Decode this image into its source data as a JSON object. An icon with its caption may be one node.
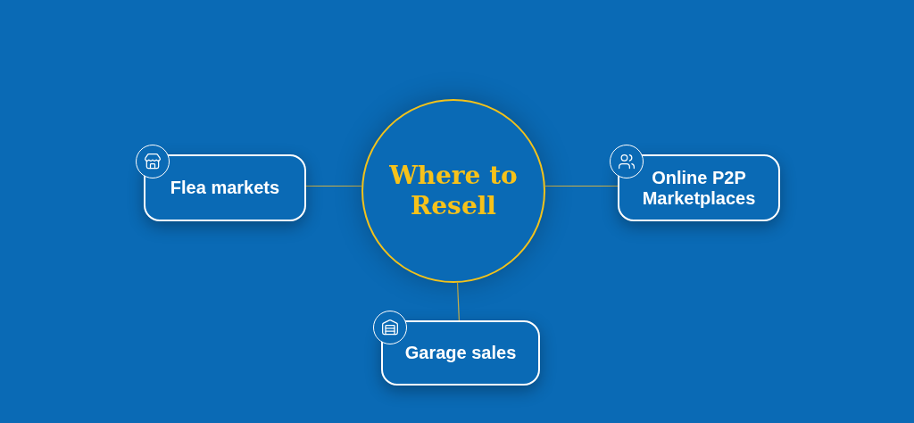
{
  "diagram": {
    "nodes": [
      {
        "text": [
          "Where to Resell"
        ]
      },
      {
        "text": [
          "Flea markets"
        ]
      },
      {
        "text": [
          "Online P2P Marketplaces"
        ]
      },
      {
        "text": [
          "Garage sales"
        ]
      }
    ],
    "edges": [
      {
        "from": 0,
        "to": 1,
        "arrow": "none"
      },
      {
        "from": 0,
        "to": 2,
        "arrow": "none"
      },
      {
        "from": 0,
        "to": 3,
        "arrow": "none"
      }
    ]
  }
}
